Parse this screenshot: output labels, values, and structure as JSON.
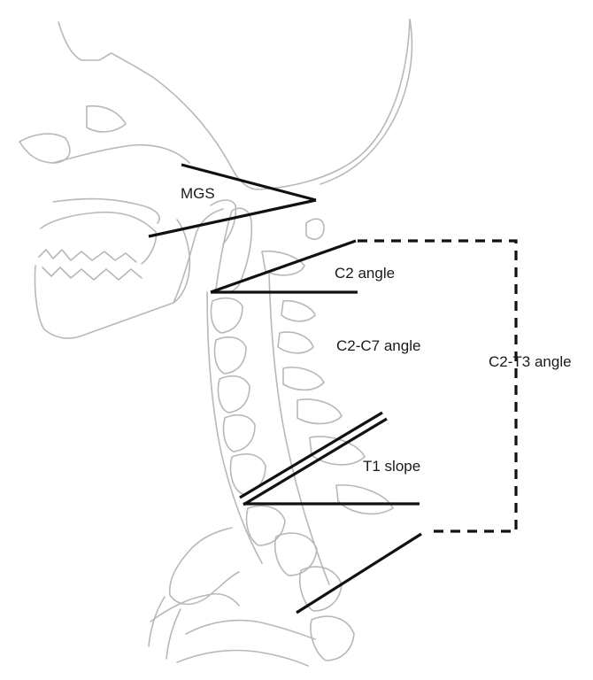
{
  "labels": {
    "mgs": "MGS",
    "c2_angle": "C2 angle",
    "c2_c7_angle": "C2-C7 angle",
    "c2_t3_angle": "C2-T3 angle",
    "t1_slope": "T1 slope"
  },
  "colors": {
    "measurement_lines": "#111111",
    "anatomy_outline": "#b8b8b8",
    "text": "#1a1a1a",
    "background": "#ffffff"
  }
}
